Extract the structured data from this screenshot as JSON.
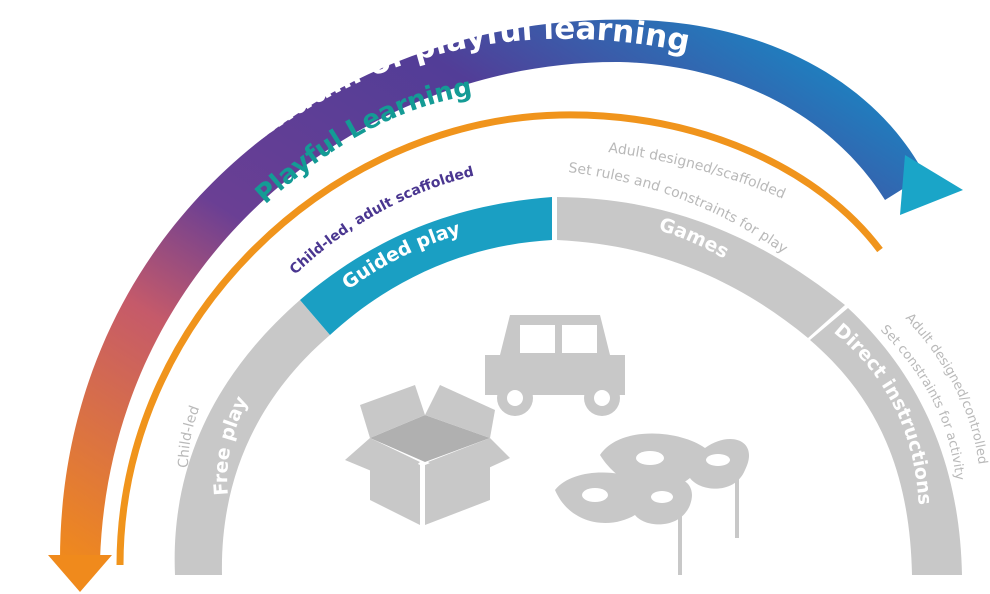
{
  "title": "Continuum of playful learning",
  "subtitle": "Playful Learning",
  "segments": [
    {
      "label": "Free play",
      "description": "Child-led",
      "color": "#c8c8c8"
    },
    {
      "label": "Guided play",
      "description": "Child-led, adult scaffolded",
      "color": "#1a9fc3"
    },
    {
      "label": "Games",
      "description_lines": [
        "Adult designed/scaffolded",
        "Set rules and constraints for play"
      ],
      "color": "#c8c8c8"
    },
    {
      "label": "Direct instructions",
      "description_lines": [
        "Adult designed/controlled",
        "Set constraints for activity"
      ],
      "color": "#c8c8c8"
    }
  ],
  "colors": {
    "title_arrow_start": "#f08a1c",
    "title_arrow_mid": "#5b3c96",
    "title_arrow_end": "#1a9fc3",
    "subtitle_text": "#149b95",
    "orange_arc": "#f0941c",
    "guided_desc_text": "#4a3690",
    "grey_text": "#b9b9b9",
    "icons": "#c8c8c8"
  },
  "icons": [
    "cardboard-box-icon",
    "toy-jeep-icon",
    "masquerade-mask-icon"
  ]
}
